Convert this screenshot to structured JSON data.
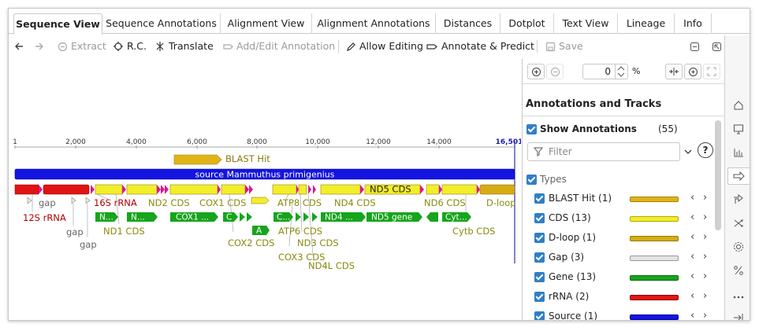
{
  "tabs": [
    {
      "label": "Sequence View",
      "active": true
    },
    {
      "label": "Sequence Annotations"
    },
    {
      "label": "Alignment View"
    },
    {
      "label": "Alignment Annotations"
    },
    {
      "label": "Distances"
    },
    {
      "label": "Dotplot"
    },
    {
      "label": "Text View"
    },
    {
      "label": "Lineage"
    },
    {
      "label": "Info"
    }
  ],
  "toolbar": {
    "extract": "Extract",
    "rc": "R.C.",
    "translate": "Translate",
    "add_edit": "Add/Edit Annotation",
    "allow_editing": "Allow Editing",
    "annotate_predict": "Annotate & Predict",
    "save": "Save"
  },
  "ruler": {
    "ticks": [
      "1",
      "2,000",
      "4,000",
      "6,000",
      "8,000",
      "10,000",
      "12,000",
      "14,000"
    ],
    "end": "16,501"
  },
  "tracks": {
    "blast": "BLAST Hit",
    "source": "source Mammuthus primigenius",
    "labels": {
      "gap_a": "gap",
      "gap_b": "gap",
      "gap_c": "gap",
      "rrna12": "12S rRNA",
      "rrna16": "16S rRNA",
      "nd1": "ND1 CDS",
      "nd2": "ND2 CDS",
      "cox1": "COX1 CDS",
      "cox2": "COX2 CDS",
      "cox3": "COX3 CDS",
      "atp8": "ATP8 CDS",
      "atp6": "ATP6 CDS",
      "nd3": "ND3 CDS",
      "nd4l": "ND4L CDS",
      "nd4": "ND4 CDS",
      "nd5": "ND5 CDS",
      "nd6": "ND6 CDS",
      "cytb": "Cytb CDS",
      "dloop": "D-loop"
    },
    "gene_labels": {
      "g1": "N...",
      "g2": "N...",
      "g3": "COX1 ...",
      "g4": "C",
      "g5": "A",
      "g6": "C...",
      "g7": "ND4 ...",
      "g8": "ND5 gene",
      "g9": "Cyt..."
    }
  },
  "panel": {
    "zoom_value": "0",
    "zoom_unit": "%",
    "title": "Annotations and Tracks",
    "show_annotations": "Show Annotations",
    "show_count": "(55)",
    "filter_placeholder": "Filter",
    "types_label": "Types",
    "types": [
      {
        "name": "BLAST Hit (1)",
        "color": "#e0b418"
      },
      {
        "name": "CDS (13)",
        "color": "#f2ee2a"
      },
      {
        "name": "D-loop (1)",
        "color": "#d6ac14"
      },
      {
        "name": "Gap (3)",
        "color": "#e4e4e4"
      },
      {
        "name": "Gene (13)",
        "color": "#16a51c"
      },
      {
        "name": "rRNA (2)",
        "color": "#e01414"
      },
      {
        "name": "Source (1)",
        "color": "#1414e0"
      }
    ]
  },
  "colors": {
    "accent": "#2f7fc8",
    "cds": "#f2ee2a",
    "gene": "#16a51c",
    "rrna": "#e01414",
    "source": "#1414e0",
    "trna": "#e0148c",
    "cds_label": "#8a8a10",
    "rrna_label": "#b00000"
  },
  "sidebar_icons": [
    "home-icon",
    "monitor-icon",
    "bar-chart-icon",
    "arrow-right-icon",
    "export-icon",
    "crossing-arrows-icon",
    "settings-gear-icon",
    "percent-icon",
    "more-icon",
    "collapse-right-icon"
  ]
}
